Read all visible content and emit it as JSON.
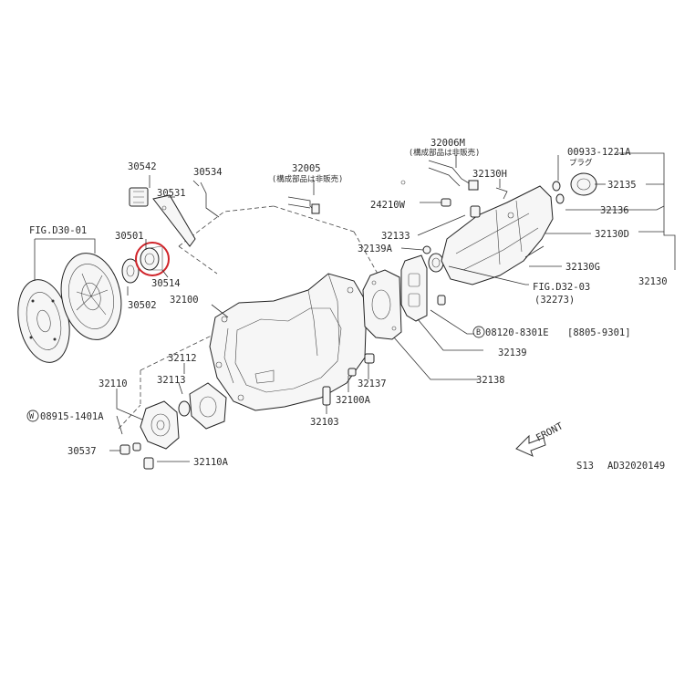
{
  "labels": {
    "p32006m": "32006M",
    "p32006m_note": "(構成部品は非販売)",
    "p00933": "00933-1221A",
    "p00933_note": "プラグ",
    "p30542": "30542",
    "p30534": "30534",
    "p32005": "32005",
    "p32005_note": "(構成部品は非販売)",
    "p32130h": "32130H",
    "p32135": "32135",
    "p30531": "30531",
    "p24210w": "24210W",
    "p32136": "32136",
    "figd3001": "FIG.D30-01",
    "p30501": "30501",
    "p32133": "32133",
    "p32130d": "32130D",
    "p32139a": "32139A",
    "p32130g": "32130G",
    "p32130": "32130",
    "p30514": "30514",
    "figd3203": "FIG.D32-03",
    "p32273": "(32273)",
    "p30502": "30502",
    "p32100": "32100",
    "b_circle": "B",
    "b08120": "08120-8301E",
    "b08120_range": "[8805-9301]",
    "p32139": "32139",
    "p32112": "32112",
    "p32113": "32113",
    "p32138": "32138",
    "p32137": "32137",
    "p32110": "32110",
    "p32100a": "32100A",
    "w_circle": "W",
    "w08915": "08915-1401A",
    "p32103": "32103",
    "front": "FRONT",
    "p30537": "30537",
    "p32110a": "32110A",
    "model": "S13",
    "ref_code": "AD32020149"
  },
  "colors": {
    "highlight_circle": "#d0242a",
    "line": "#333333",
    "text": "#2a2a2a"
  },
  "highlighted_part": "30501"
}
